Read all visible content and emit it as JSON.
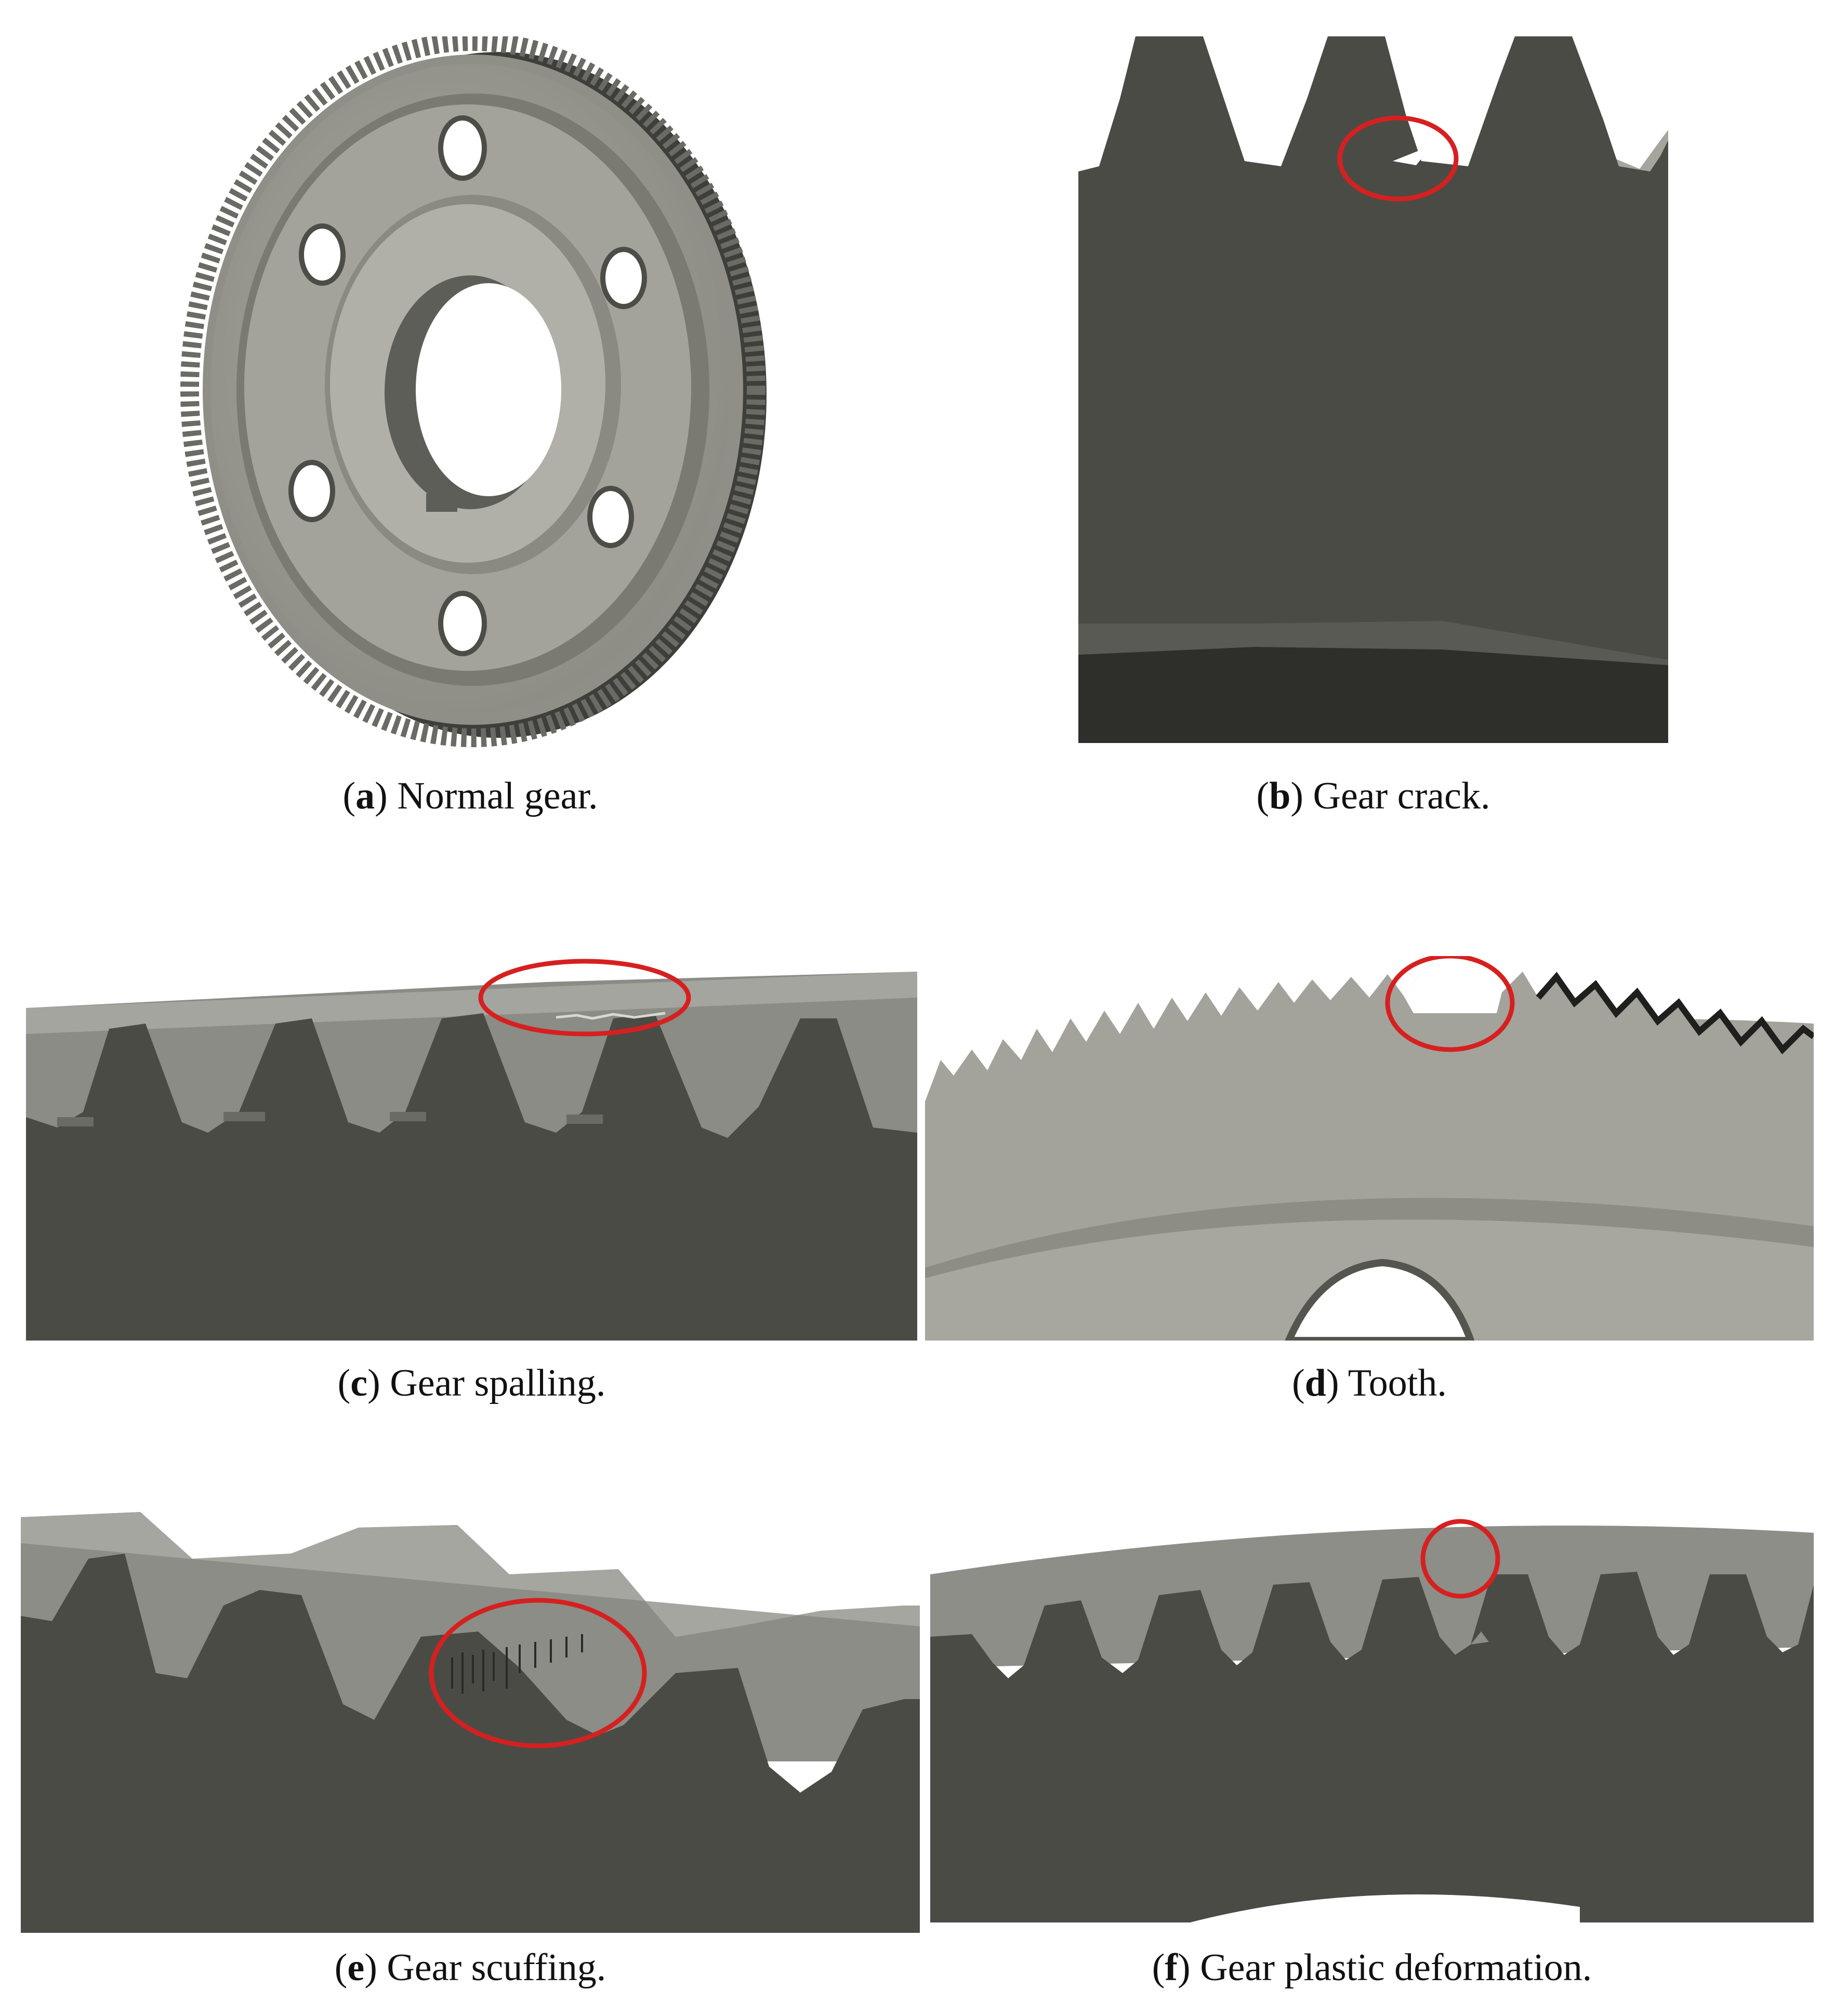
{
  "panels": [
    {
      "id": "a",
      "letter": "a",
      "caption": "Normal gear."
    },
    {
      "id": "b",
      "letter": "b",
      "caption": "Gear crack."
    },
    {
      "id": "c",
      "letter": "c",
      "caption": "Gear spalling."
    },
    {
      "id": "d",
      "letter": "d",
      "caption": "Tooth."
    },
    {
      "id": "e",
      "letter": "e",
      "caption": "Gear scuffing."
    },
    {
      "id": "f",
      "letter": "f",
      "caption": "Gear plastic deformation."
    }
  ],
  "colors": {
    "dark_steel": "#4a4a45",
    "light_steel": "#9a9a92",
    "flank": "#7d7f78",
    "annotation": "#d62020",
    "background": "#ffffff"
  }
}
